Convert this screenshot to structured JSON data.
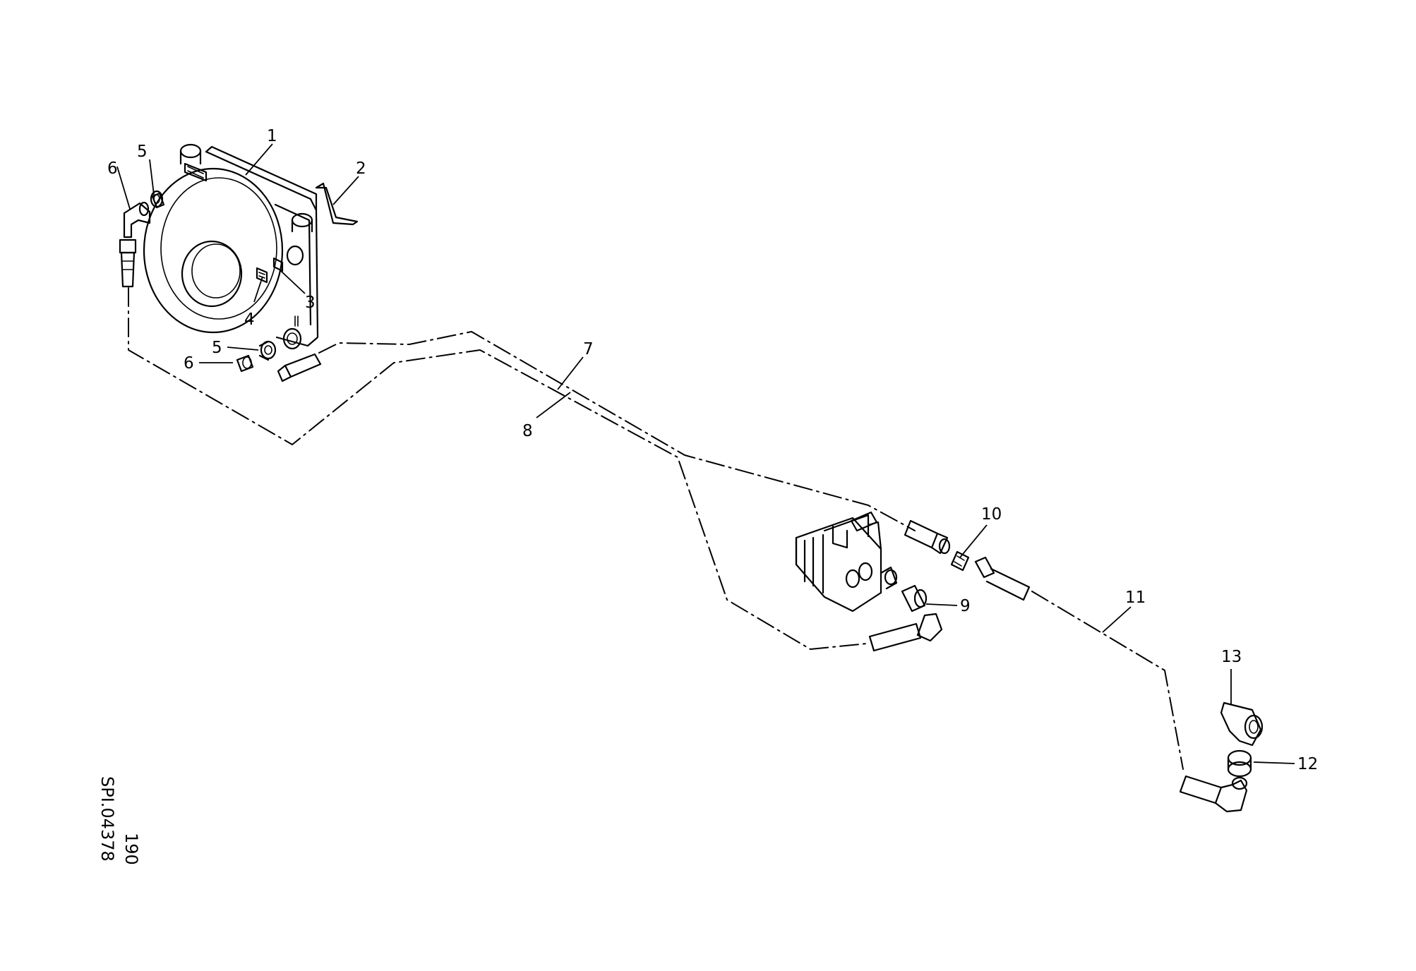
{
  "callouts": [
    "1",
    "2",
    "3",
    "4",
    "5",
    "5",
    "6",
    "6",
    "7",
    "8",
    "9",
    "10",
    "11",
    "12",
    "13"
  ],
  "reference": {
    "drawing_code": "SPI.04378",
    "page_number": "190"
  }
}
